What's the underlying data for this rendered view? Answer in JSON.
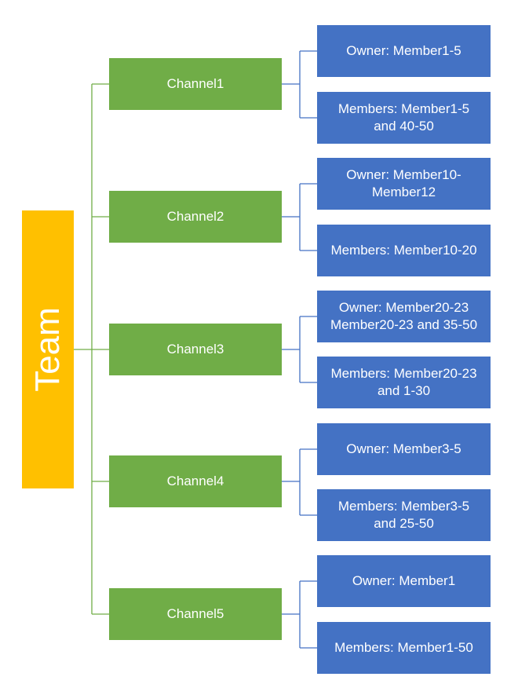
{
  "team": {
    "label": "Team"
  },
  "channels": [
    {
      "label": "Channel1",
      "owner": "Owner: Member1-5",
      "members": "Members: Member1-5\nand 40-50"
    },
    {
      "label": "Channel2",
      "owner": "Owner: Member10-\nMember12",
      "members": "Members: Member10-20"
    },
    {
      "label": "Channel3",
      "owner": "Owner: Member20-23\nMember20-23 and 35-50",
      "members": "Members: Member20-23\nand 1-30"
    },
    {
      "label": "Channel4",
      "owner": "Owner: Member3-5",
      "members": "Members: Member3-5\nand 25-50"
    },
    {
      "label": "Channel5",
      "owner": "Owner: Member1",
      "members": "Members: Member1-50"
    }
  ],
  "colors": {
    "team": "#ffc000",
    "channel": "#70ad47",
    "role": "#4472c4",
    "team_connector": "#70ad47",
    "role_connector": "#4472c4"
  }
}
